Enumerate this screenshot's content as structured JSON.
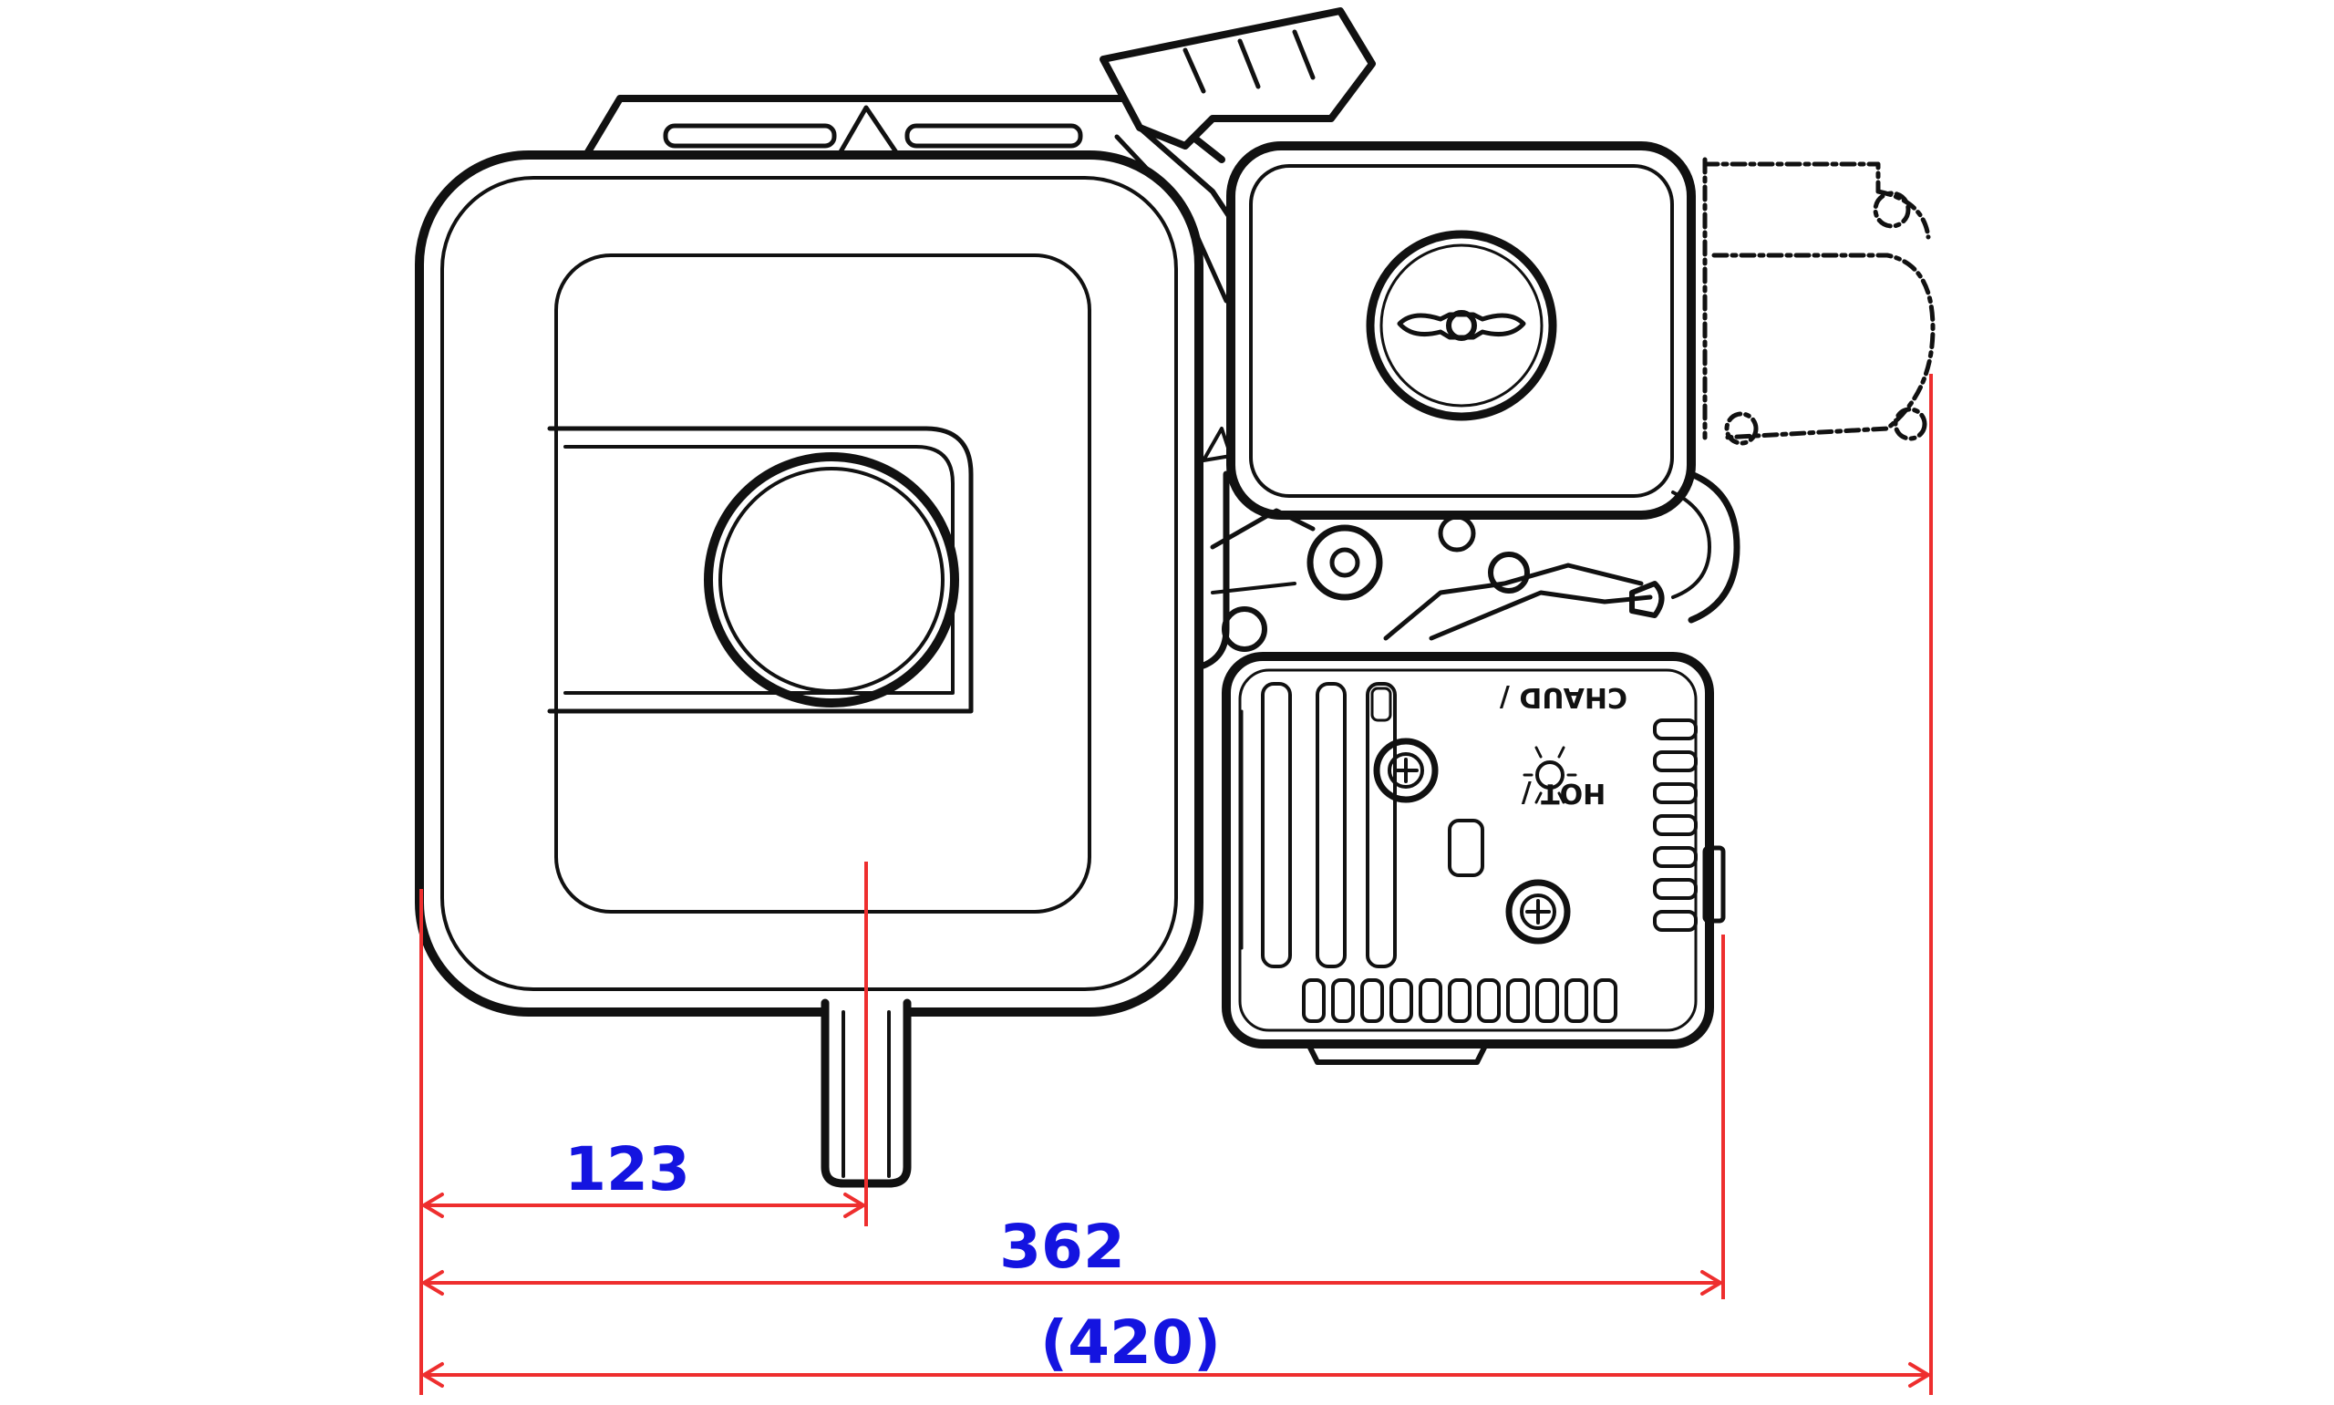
{
  "dimensions": {
    "shaft_center": "123",
    "body_width": "362",
    "overall_width": "(420)"
  },
  "muffler_label": {
    "line1": "HOT /",
    "line2": "CHAUD /"
  },
  "colors": {
    "dimension_line": "#ee2e2e",
    "dimension_text": "#1414e0",
    "drawing": "#111111"
  }
}
